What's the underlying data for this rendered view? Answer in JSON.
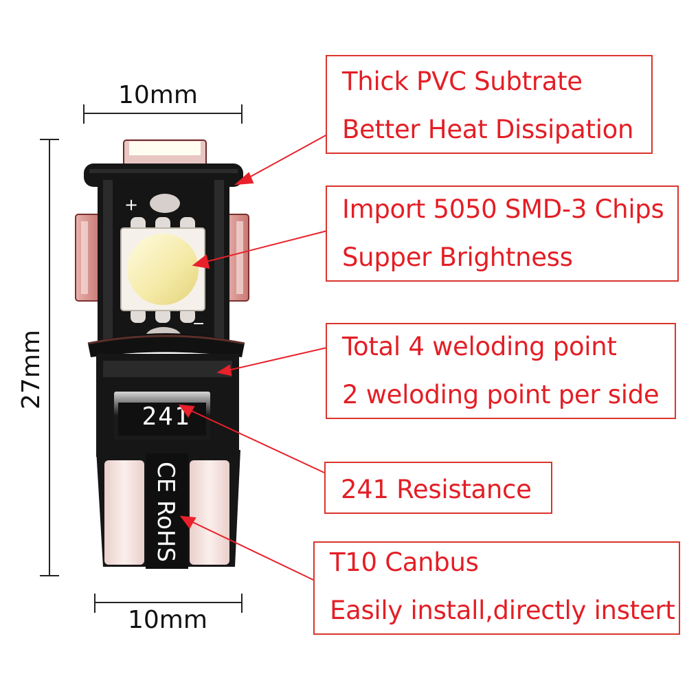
{
  "dimensions": {
    "top_width": "10mm",
    "bottom_width": "10mm",
    "height": "27mm"
  },
  "bulb": {
    "resistor_code": "241",
    "pcb_marking": "CE RoHS",
    "polarity_plus": "+",
    "polarity_minus": "−"
  },
  "callouts": [
    {
      "lines": [
        "Thick PVC Subtrate",
        "Better Heat Dissipation"
      ]
    },
    {
      "lines": [
        "Import 5050 SMD-3 Chips",
        "Supper Brightness"
      ]
    },
    {
      "lines": [
        "Total 4 weloding point",
        "2 weloding point per side"
      ]
    },
    {
      "lines": [
        "241 Resistance"
      ]
    },
    {
      "lines": [
        "T10 Canbus",
        "Easily install,directly instert"
      ]
    }
  ],
  "colors": {
    "callout_text": "#e31e25",
    "callout_border": "#d9342c",
    "arrow": "#e8212a",
    "pcb": "#141414",
    "led_yellow": "#f4e9a4",
    "side_led": "#d9908c",
    "contact_pad": "#f3e2df"
  }
}
